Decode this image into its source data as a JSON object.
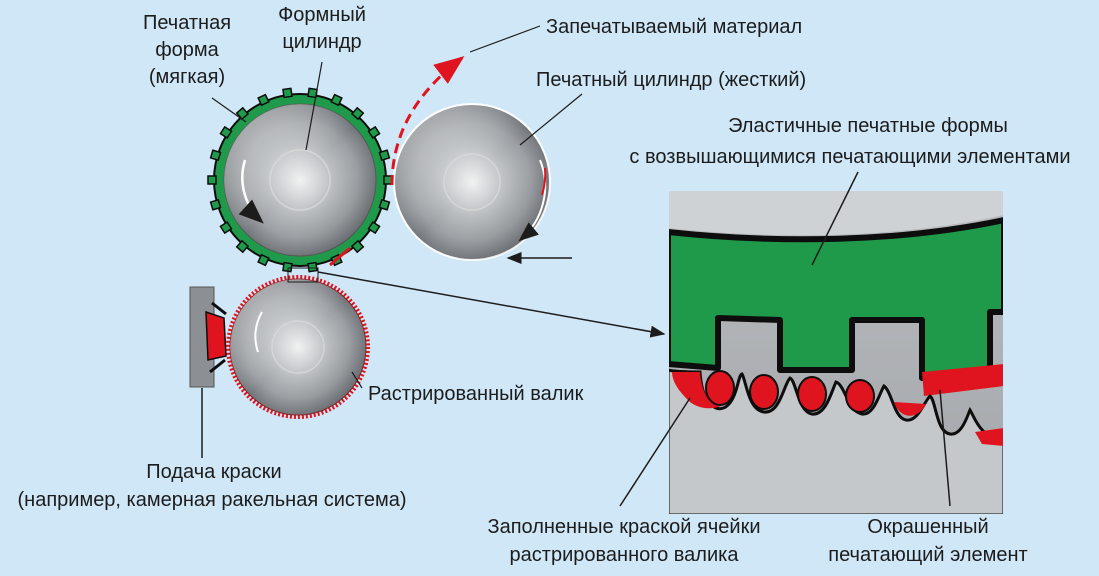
{
  "labels": {
    "plate_line1": "Печатная",
    "plate_line2": "форма",
    "plate_line3": "(мягкая)",
    "plate_cylinder_line1": "Формный",
    "plate_cylinder_line2": "цилиндр",
    "substrate": "Запечатываемый материал",
    "impression_cylinder": "Печатный цилиндр (жесткий)",
    "elastic_line1": "Эластичные печатные формы",
    "elastic_line2": "с возвышающимися печатающими элементами",
    "anilox_roller": "Растрированный валик",
    "ink_feed_line1": "Подача краски",
    "ink_feed_line2": "(например, камерная ракельная система)",
    "filled_cells_line1": "Заполненные краской ячейки",
    "filled_cells_line2": "растрированного валика",
    "inked_element_line1": "Окрашенный",
    "inked_element_line2": "печатающий элемент"
  },
  "colors": {
    "background": "#cfe7f7",
    "plate_green": "#1f9a4b",
    "ink_red": "#e0141e",
    "outline": "#0d0d0d"
  }
}
